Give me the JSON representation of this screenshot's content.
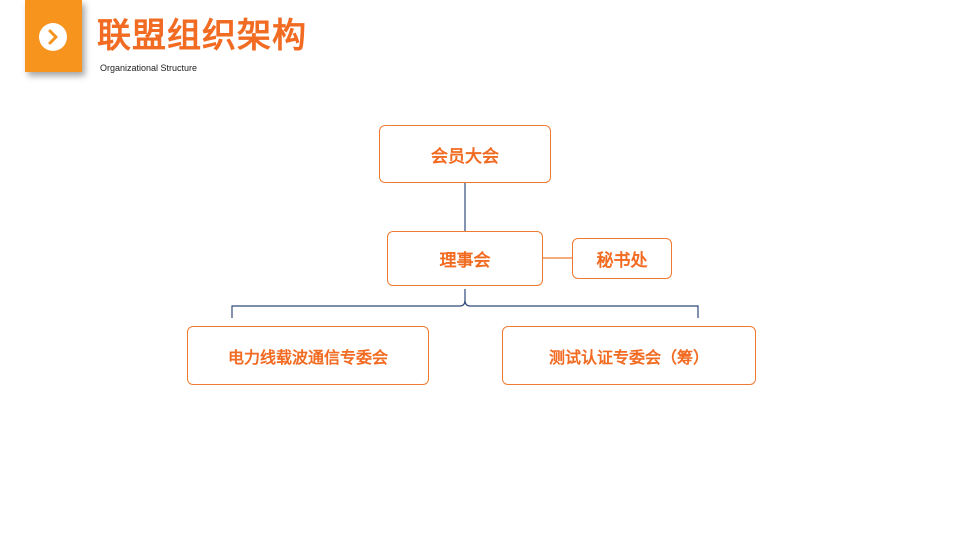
{
  "header": {
    "title": "联盟组织架构",
    "subtitle": "Organizational Structure",
    "badge_icon": "chevron-right-icon"
  },
  "diagram": {
    "nodes": {
      "general_assembly": "会员大会",
      "board": "理事会",
      "secretariat": "秘书处",
      "plc_committee": "电力线载波通信专委会",
      "testing_committee": "测试认证专委会（筹）"
    }
  },
  "colors": {
    "accent_orange": "#f7941d",
    "text_orange": "#f26b22",
    "border_orange": "#ee7b30",
    "line_navy": "#2e4a7a"
  }
}
